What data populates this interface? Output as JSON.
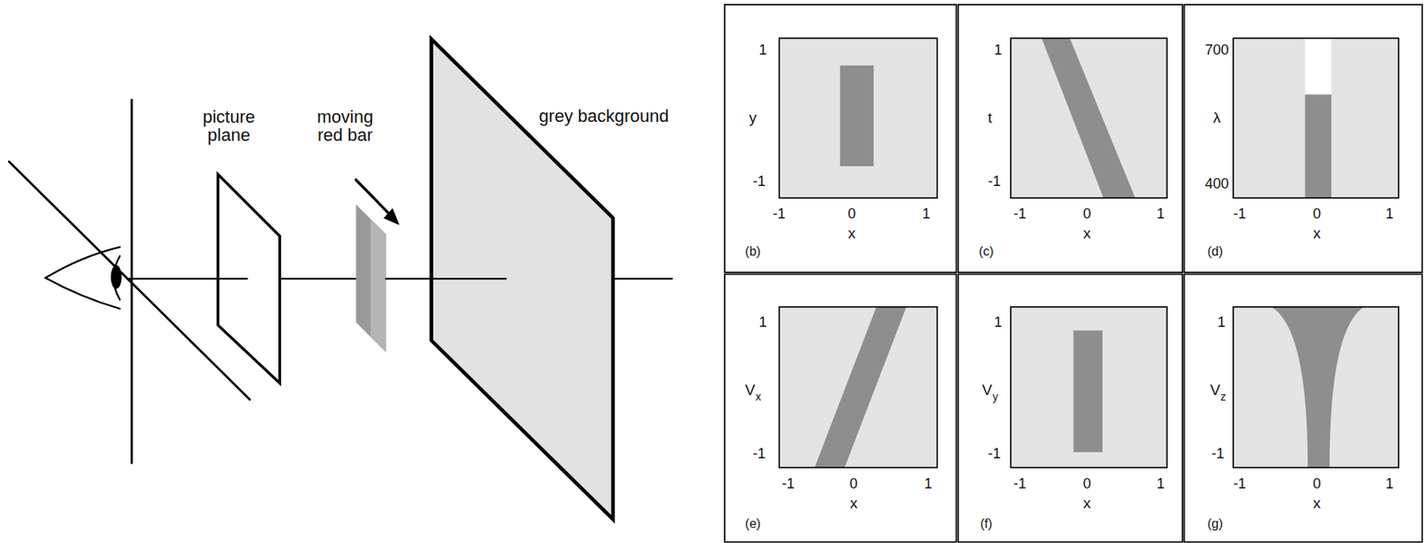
{
  "diagram": {
    "labels": [
      "picture plane",
      "moving red bar",
      "grey background",
      "1",
      "-1",
      "y",
      "-1",
      "0",
      "1",
      "x",
      "(b)",
      "1",
      "-1",
      "t",
      "-1",
      "0",
      "1",
      "x",
      "(c)",
      "700",
      "400",
      "λ",
      "-1",
      "0",
      "1",
      "x",
      "(d)",
      "1",
      "-1",
      "V",
      "x",
      "-1",
      "0",
      "1",
      "x",
      "(e)",
      "1",
      "-1",
      "V",
      "y",
      "-1",
      "0",
      "1",
      "x",
      "(f)",
      "1",
      "-1",
      "V",
      "z",
      "-1",
      "0",
      "1",
      "x",
      "(g)"
    ]
  }
}
